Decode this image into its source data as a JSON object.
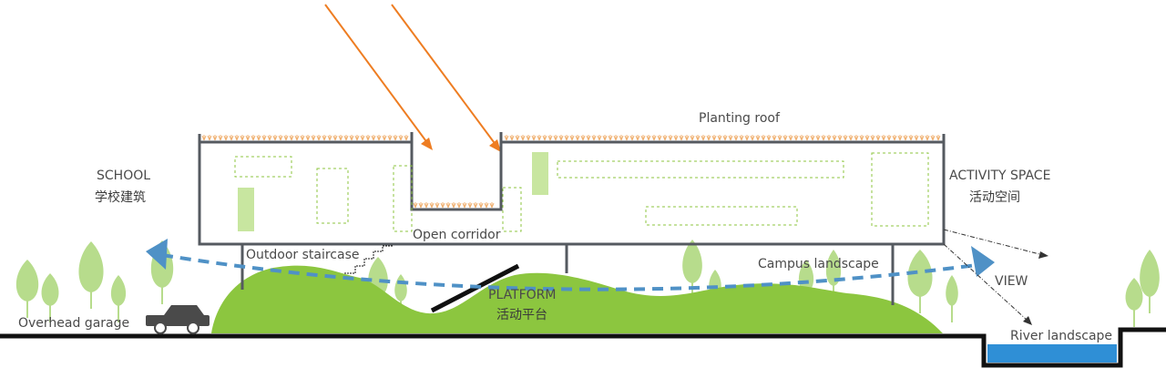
{
  "labels": {
    "planting_roof": "Planting roof",
    "school_en": "SCHOOL",
    "school_cn": "学校建筑",
    "activity_en": "ACTIVITY SPACE",
    "activity_cn": "活动空间",
    "open_corridor": "Open corridor",
    "outdoor_staircase": "Outdoor staircase",
    "campus_landscape": "Campus landscape",
    "view": "VIEW",
    "platform_en": "PLATFORM",
    "platform_cn": "活动平台",
    "overhead_garage": "Overhead garage",
    "river_landscape": "River landscape"
  },
  "colors": {
    "structure": "#555a60",
    "green_hill": "#8cc63f",
    "pale_green": "#c8e6a0",
    "tree_green": "#b7dc8c",
    "sun_ray": "#ee7d22",
    "view_arrow": "#4f91c6",
    "water": "#2f8fd6",
    "car": "#4a4a4a",
    "ground": "#111111"
  }
}
